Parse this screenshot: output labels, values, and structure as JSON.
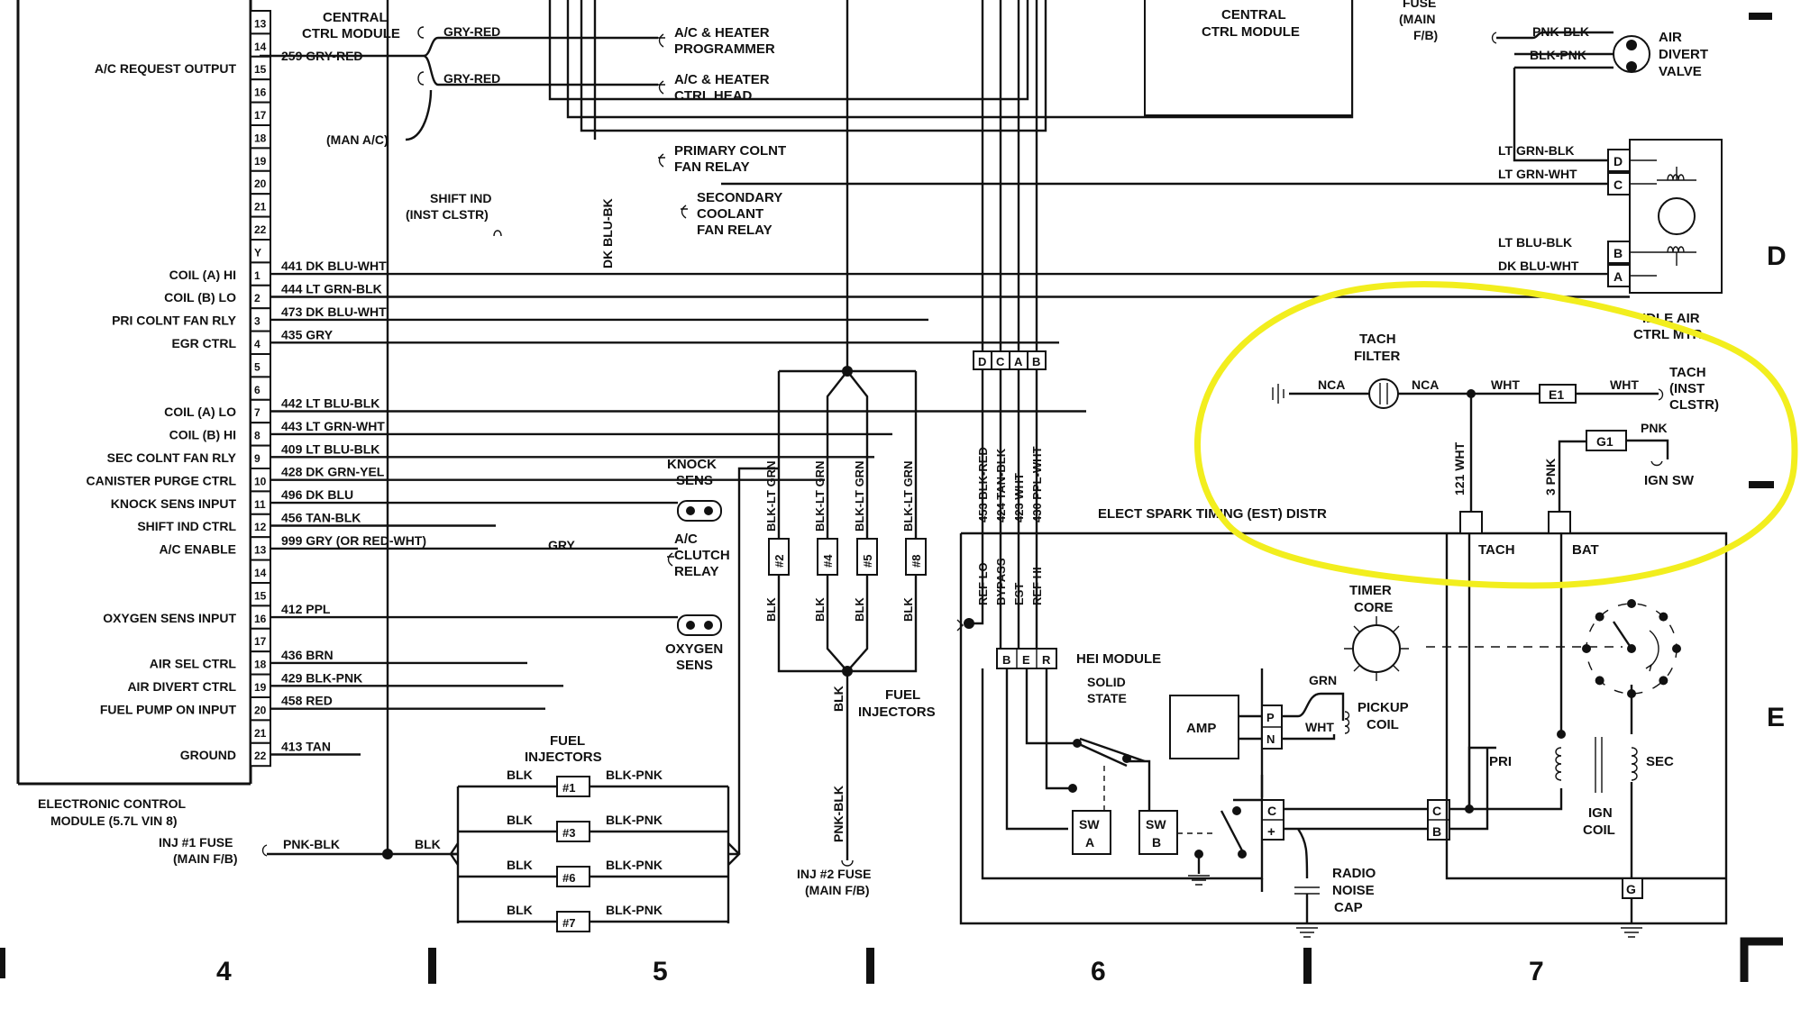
{
  "ecm": {
    "title_line1": "ELECTRONIC CONTROL",
    "title_line2": "MODULE (5.7L VIN 8)",
    "pin_labels": [
      {
        "pin": "13",
        "label": ""
      },
      {
        "pin": "14",
        "label": ""
      },
      {
        "pin": "15",
        "label": "A/C REQUEST OUTPUT"
      },
      {
        "pin": "16",
        "label": ""
      },
      {
        "pin": "17",
        "label": ""
      },
      {
        "pin": "18",
        "label": ""
      },
      {
        "pin": "19",
        "label": ""
      },
      {
        "pin": "20",
        "label": ""
      },
      {
        "pin": "21",
        "label": ""
      },
      {
        "pin": "22",
        "label": ""
      },
      {
        "pin": "Y",
        "label": ""
      },
      {
        "pin": "1",
        "label": "COIL (A) HI"
      },
      {
        "pin": "2",
        "label": "COIL (B) LO"
      },
      {
        "pin": "3",
        "label": "PRI COLNT FAN RLY"
      },
      {
        "pin": "4",
        "label": "EGR CTRL"
      },
      {
        "pin": "5",
        "label": ""
      },
      {
        "pin": "6",
        "label": ""
      },
      {
        "pin": "7",
        "label": "COIL (A) LO"
      },
      {
        "pin": "8",
        "label": "COIL (B) HI"
      },
      {
        "pin": "9",
        "label": "SEC COLNT FAN RLY"
      },
      {
        "pin": "10",
        "label": "CANISTER PURGE CTRL"
      },
      {
        "pin": "11",
        "label": "KNOCK SENS INPUT"
      },
      {
        "pin": "12",
        "label": "SHIFT IND CTRL"
      },
      {
        "pin": "13",
        "label": "A/C ENABLE"
      },
      {
        "pin": "14",
        "label": ""
      },
      {
        "pin": "15",
        "label": ""
      },
      {
        "pin": "16",
        "label": "OXYGEN SENS INPUT"
      },
      {
        "pin": "17",
        "label": ""
      },
      {
        "pin": "18",
        "label": "AIR SEL CTRL"
      },
      {
        "pin": "19",
        "label": "AIR DIVERT CTRL"
      },
      {
        "pin": "20",
        "label": "FUEL PUMP ON INPUT"
      },
      {
        "pin": "21",
        "label": ""
      },
      {
        "pin": "22",
        "label": "GROUND"
      }
    ],
    "wires": [
      {
        "pin": "1",
        "label": "441 DK BLU-WHT"
      },
      {
        "pin": "2",
        "label": "444 LT GRN-BLK"
      },
      {
        "pin": "3",
        "label": "473 DK BLU-WHT"
      },
      {
        "pin": "4",
        "label": "435 GRY"
      },
      {
        "pin": "7",
        "label": "442 LT BLU-BLK"
      },
      {
        "pin": "8",
        "label": "443 LT GRN-WHT"
      },
      {
        "pin": "9",
        "label": "409 LT BLU-BLK"
      },
      {
        "pin": "10",
        "label": "428 DK GRN-YEL"
      },
      {
        "pin": "11",
        "label": "496 DK BLU"
      },
      {
        "pin": "12",
        "label": "456 TAN-BLK"
      },
      {
        "pin": "13",
        "label": "999 GRY (OR RED-WHT)"
      },
      {
        "pin": "16",
        "label": "412 PPL"
      },
      {
        "pin": "18",
        "label": "436 BRN"
      },
      {
        "pin": "19",
        "label": "429 BLK-PNK"
      },
      {
        "pin": "20",
        "label": "458 RED"
      },
      {
        "pin": "22",
        "label": "413 TAN"
      }
    ],
    "top_wire": "259 GRY-RED"
  },
  "top": {
    "ccm1_l1": "CENTRAL",
    "ccm1_l2": "CTRL MODULE",
    "gry_red_1": "GRY-RED",
    "gry_red_2": "GRY-RED",
    "man_ac": "(MAN A/C)",
    "ac_prog_l1": "A/C & HEATER",
    "ac_prog_l2": "PROGRAMMER",
    "ac_head_l1": "A/C & HEATER",
    "ac_head_l2": "CTRL HEAD",
    "pri_fan_l1": "PRIMARY COLNT",
    "pri_fan_l2": "FAN RELAY",
    "sec_fan_l1": "SECONDARY",
    "sec_fan_l2": "COOLANT",
    "sec_fan_l3": "FAN RELAY",
    "dk_blu_bk": "DK BLU-BK",
    "shift_l1": "SHIFT IND",
    "shift_l2": "(INST CLSTR)",
    "ccm2_l1": "CENTRAL",
    "ccm2_l2": "CTRL MODULE",
    "fuse_l1": "FUSE",
    "fuse_l2": "(MAIN",
    "fuse_l3": "F/B)",
    "pnk_blk": "PNK-BLK",
    "blk_pnk": "BLK-PNK",
    "air_l1": "AIR",
    "air_l2": "DIVERT",
    "air_l3": "VALVE"
  },
  "iac": {
    "wires": [
      "LT GRN-BLK",
      "LT GRN-WHT",
      "LT BLU-BLK",
      "DK BLU-WHT"
    ],
    "pins": [
      "D",
      "C",
      "B",
      "A"
    ],
    "title_l1": "IDLE AIR",
    "title_l2": "CTRL MTR"
  },
  "sensors": {
    "knock_l1": "KNOCK",
    "knock_l2": "SENS",
    "ac_l1": "A/C",
    "ac_l2": "CLUTCH",
    "ac_l3": "RELAY",
    "gry": "GRY",
    "o2_l1": "OXYGEN",
    "o2_l2": "SENS"
  },
  "injectors": {
    "left_title_l1": "FUEL",
    "left_title_l2": "INJECTORS",
    "left": [
      {
        "num": "#1",
        "blk": "BLK",
        "pnk": "BLK-PNK"
      },
      {
        "num": "#3",
        "blk": "BLK",
        "pnk": "BLK-PNK"
      },
      {
        "num": "#6",
        "blk": "BLK",
        "pnk": "BLK-PNK"
      },
      {
        "num": "#7",
        "blk": "BLK",
        "pnk": "BLK-PNK"
      }
    ],
    "inj1_fuse_l1": "INJ #1 FUSE",
    "inj1_fuse_l2": "(MAIN F/B)",
    "pnk_blk": "PNK-BLK",
    "blk": "BLK",
    "right": [
      {
        "num": "#2",
        "top": "BLK-LT GRN",
        "bot": "BLK"
      },
      {
        "num": "#4",
        "top": "BLK-LT GRN",
        "bot": "BLK"
      },
      {
        "num": "#5",
        "top": "BLK-LT GRN",
        "bot": "BLK"
      },
      {
        "num": "#8",
        "top": "BLK-LT GRN",
        "bot": "BLK"
      }
    ],
    "right_title_l1": "FUEL",
    "right_title_l2": "INJECTORS",
    "right_blk": "BLK",
    "right_pnk_blk": "PNK-BLK",
    "inj2_fuse_l1": "INJ #2 FUSE",
    "inj2_fuse_l2": "(MAIN F/B)"
  },
  "est": {
    "conn": [
      "D",
      "C",
      "A",
      "B"
    ],
    "wires": [
      "453 BLK-RED",
      "424 TAN-BLK",
      "423 WHT",
      "430 PPL-WHT"
    ],
    "funcs": [
      "REF LO",
      "BYPASS",
      "EST",
      "REF HI"
    ],
    "title": "ELECT SPARK TIMING (EST) DISTR",
    "hei_pins": [
      "B",
      "E",
      "R"
    ],
    "hei_title": "HEI MODULE",
    "solid_l1": "SOLID",
    "solid_l2": "STATE",
    "amp": "AMP",
    "pn": [
      "P",
      "N"
    ],
    "grn": "GRN",
    "wht": "WHT",
    "pickup_l1": "PICKUP",
    "pickup_l2": "COIL",
    "timer_l1": "TIMER",
    "timer_l2": "CORE",
    "swa_l1": "SW",
    "swa_l2": "A",
    "swb_l1": "SW",
    "swb_l2": "B",
    "c_pin": "C",
    "plus_pin": "+",
    "radio_l1": "RADIO",
    "radio_l2": "NOISE",
    "radio_l3": "CAP",
    "coil_c": "C",
    "coil_b": "B",
    "pri": "PRI",
    "sec": "SEC",
    "ign_l1": "IGN",
    "ign_l2": "COIL",
    "g": "G",
    "tach": "TACH",
    "bat": "BAT"
  },
  "tach": {
    "filter_l1": "TACH",
    "filter_l2": "FILTER",
    "nca_1": "NCA",
    "nca_2": "NCA",
    "wht_1": "WHT",
    "wht_2": "WHT",
    "e1": "E1",
    "tach_l1": "TACH",
    "tach_l2": "(INST",
    "tach_l3": "CLSTR)",
    "w121": "121 WHT",
    "w3": "3 PNK",
    "g1": "G1",
    "pnk": "PNK",
    "ign_sw": "IGN SW"
  },
  "grid": {
    "cols": [
      "4",
      "5",
      "6",
      "7"
    ],
    "rows": [
      "D",
      "E"
    ]
  },
  "colors": {
    "highlight": "#f2ee1e",
    "ink": "#111111"
  }
}
